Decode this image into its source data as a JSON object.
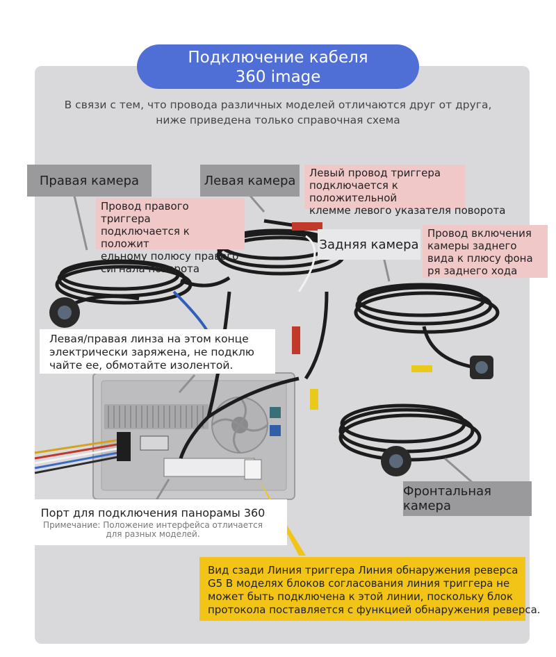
{
  "title": {
    "line1": "Подключение кабеля",
    "line2": "360 image"
  },
  "intro": {
    "line1": "В связи с тем, что провода различных моделей отличаются друг от друга,",
    "line2": "ниже приведена только справочная схема"
  },
  "labels": {
    "right_camera": "Правая камера",
    "left_camera": "Левая камера",
    "rear_camera": "Задняя камера",
    "front_camera": "Фронтальная камера"
  },
  "notes": {
    "left_trigger": [
      "Левый провод триггера",
      "подключается к положительной",
      "клемме левого указателя поворота"
    ],
    "right_trigger": [
      "Провод правого триггера",
      "подключается к положит",
      "ельному полюсу правого",
      "сигнала поворота"
    ],
    "reverse": [
      "Провод включения",
      "камеры заднего",
      "вида к плюсу фона",
      "ря заднего хода"
    ],
    "lens": [
      "Левая/правая линза на этом конце",
      "электрически заряжена, не подклю",
      "чайте ее, обмотайте изолентой."
    ],
    "port_main": "Порт для подключения панорамы 360",
    "port_sub1": "Примечание: Положение интерфейса отличается",
    "port_sub2": "для разных моделей.",
    "rear_view": [
      "Вид сзади Линия триггера Линия обнаружения реверса",
      "G5 В моделях блоков согласования линия триггера не",
      "может быть подключена к этой линии, поскольку блок",
      "протокола поставляется с функцией обнаружения реверса."
    ]
  },
  "colors": {
    "title_bg": "#4f6fd6",
    "panel_bg": "#d9d9db",
    "label_bg": "#9a9a9c",
    "note_pink": "#f1c8c8",
    "note_yellow": "#f2c417"
  }
}
